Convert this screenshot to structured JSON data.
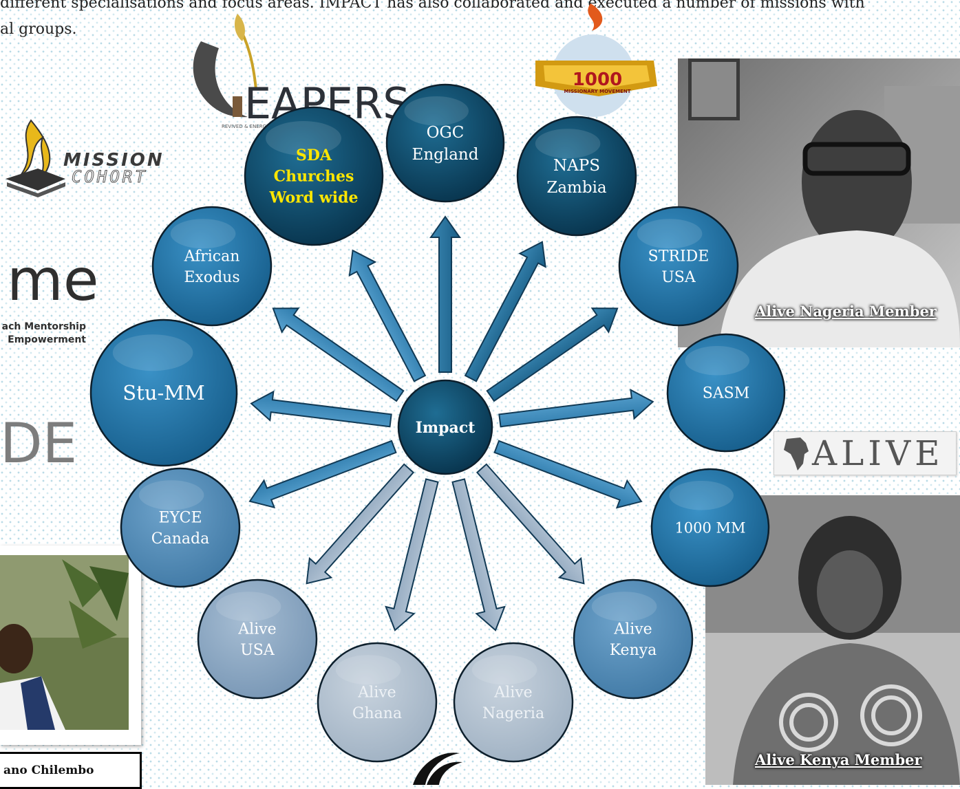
{
  "intro": {
    "line1": "different specialisations and focus areas. IMPACT has also collaborated and executed a number of missions with",
    "line2": "al groups."
  },
  "diagram": {
    "center": {
      "label": "Impact"
    },
    "nodes": [
      {
        "id": "ogc",
        "lines": [
          "OGC",
          "England"
        ]
      },
      {
        "id": "naps",
        "lines": [
          "NAPS",
          "Zambia"
        ]
      },
      {
        "id": "stride",
        "lines": [
          "STRIDE",
          "USA"
        ]
      },
      {
        "id": "sasm",
        "lines": [
          "SASM"
        ]
      },
      {
        "id": "mm1000",
        "lines": [
          "1000 MM"
        ]
      },
      {
        "id": "alive-kenya",
        "lines": [
          "Alive",
          "Kenya"
        ]
      },
      {
        "id": "alive-nageria",
        "lines": [
          "Alive",
          "Nageria"
        ]
      },
      {
        "id": "alive-ghana",
        "lines": [
          "Alive",
          "Ghana"
        ]
      },
      {
        "id": "alive-usa",
        "lines": [
          "Alive",
          "USA"
        ]
      },
      {
        "id": "eyce",
        "lines": [
          "EYCE",
          "Canada"
        ]
      },
      {
        "id": "stu-mm",
        "lines": [
          "Stu-MM"
        ]
      },
      {
        "id": "african-exodus",
        "lines": [
          "African",
          "Exodus"
        ]
      },
      {
        "id": "sda",
        "lines": [
          "SDA",
          "Churches",
          "Word wide"
        ]
      }
    ],
    "colors": {
      "dark": "#0c4a6a",
      "mid": "#2677a9",
      "light": "#5b8fb7",
      "pale": "#8fa9c2",
      "palest": "#b4c1ce",
      "sda_text": "#ffe600"
    }
  },
  "logos": {
    "reapers": "EAPERS",
    "reapers_tagline": "REVIVED & ENERGIZED A... ...EXPECTED RETURN",
    "mm1000_number": "1000",
    "mm1000_banner": "MISSIONARY MOVEMENT",
    "mission": "MISSION",
    "cohort": "COHORT",
    "me": "me",
    "me_sub1": "ach Mentorship",
    "me_sub2": "Empowerment",
    "de": "DE",
    "alive": "ALIVE"
  },
  "photos": {
    "nageria_caption": "Alive Nageria Member",
    "kenya_caption": "Alive Kenya Member",
    "name_box": "ano Chilembo"
  }
}
